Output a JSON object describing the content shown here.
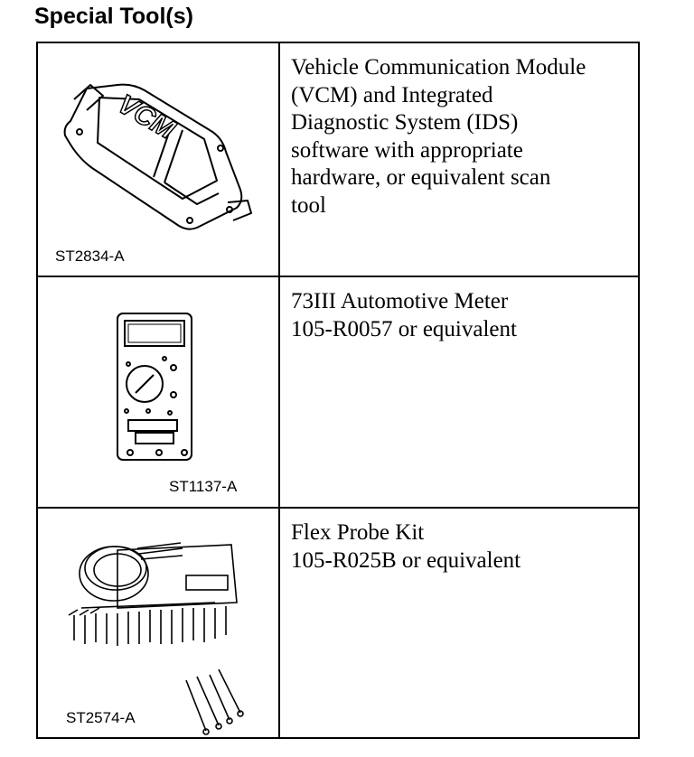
{
  "heading": "Special Tool(s)",
  "tools": [
    {
      "code": "ST2834-A",
      "illustration_label": "VCM",
      "description_lines": [
        "Vehicle Communication Module",
        "(VCM) and Integrated",
        "Diagnostic System (IDS)",
        "software with appropriate",
        "hardware, or equivalent scan",
        "tool"
      ]
    },
    {
      "code": "ST1137-A",
      "description_lines": [
        "73III Automotive Meter",
        "105-R0057 or equivalent"
      ]
    },
    {
      "code": "ST2574-A",
      "description_lines": [
        "Flex Probe Kit",
        "105-R025B or equivalent"
      ]
    }
  ]
}
